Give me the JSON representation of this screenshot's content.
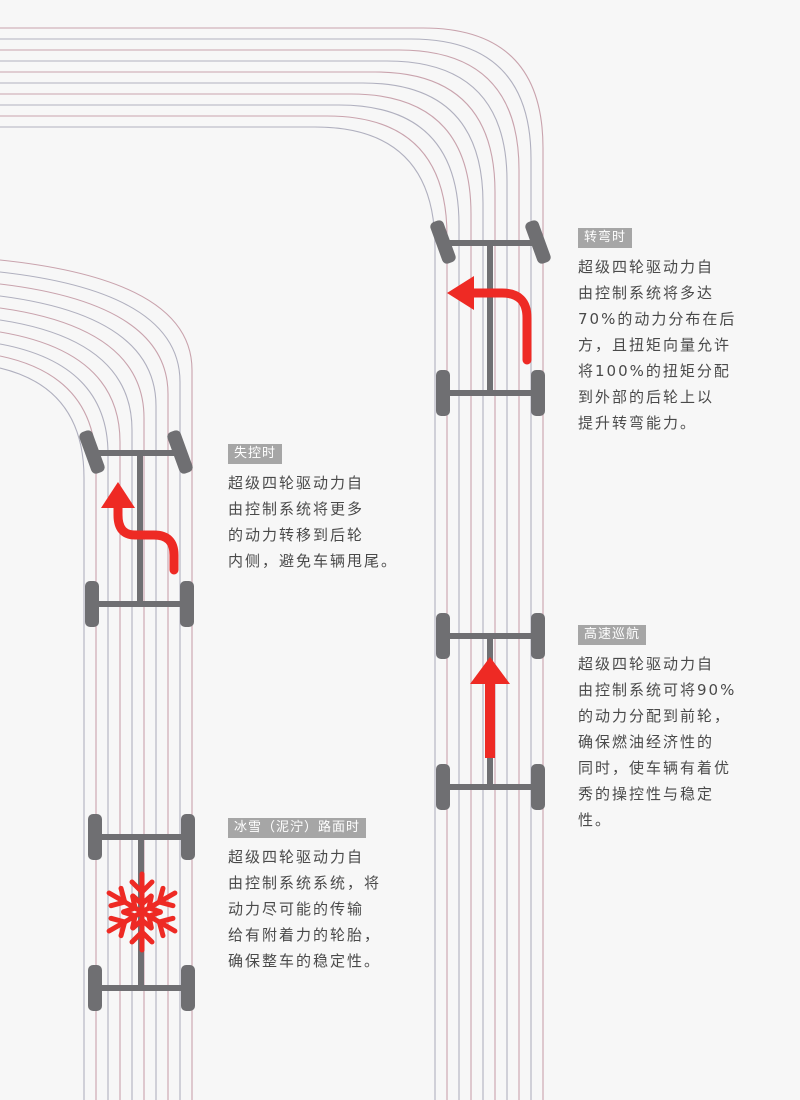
{
  "colors": {
    "background": "#f7f7f7",
    "track_line": "#b0b0bf",
    "track_line_alt": "#c9a3ad",
    "chassis": "#6f6f72",
    "tag_bg": "#a6a6a6",
    "arrow": "#ee2a24",
    "text": "#4a4a4a"
  },
  "icons": {
    "turn_arrow": "curved-left-arrow-icon",
    "oversteer_arrow": "s-curve-arrow-icon",
    "cruise_arrow": "straight-up-arrow-icon",
    "snow": "snowflake-icon"
  },
  "panels": {
    "turn": {
      "title": "转弯时",
      "text": "超级四轮驱动力自\n由控制系统将多达\n70%的动力分布在后\n方，且扭矩向量允许\n将100%的扭矩分配\n到外部的后轮上以\n提升转弯能力。"
    },
    "oversteer": {
      "title": "失控时",
      "text": "超级四轮驱动力自\n由控制系统将更多\n的动力转移到后轮\n内侧，避免车辆甩尾。"
    },
    "cruise": {
      "title": "高速巡航",
      "text": "超级四轮驱动力自\n由控制系统可将90%\n的动力分配到前轮，\n确保燃油经济性的\n同时，使车辆有着优\n秀的操控性与稳定\n性。"
    },
    "snow": {
      "title": "冰雪（泥泞）路面时",
      "text": "超级四轮驱动力自\n由控制系统系统，将\n动力尽可能的传输\n给有附着力的轮胎，\n确保整车的稳定性。"
    }
  }
}
